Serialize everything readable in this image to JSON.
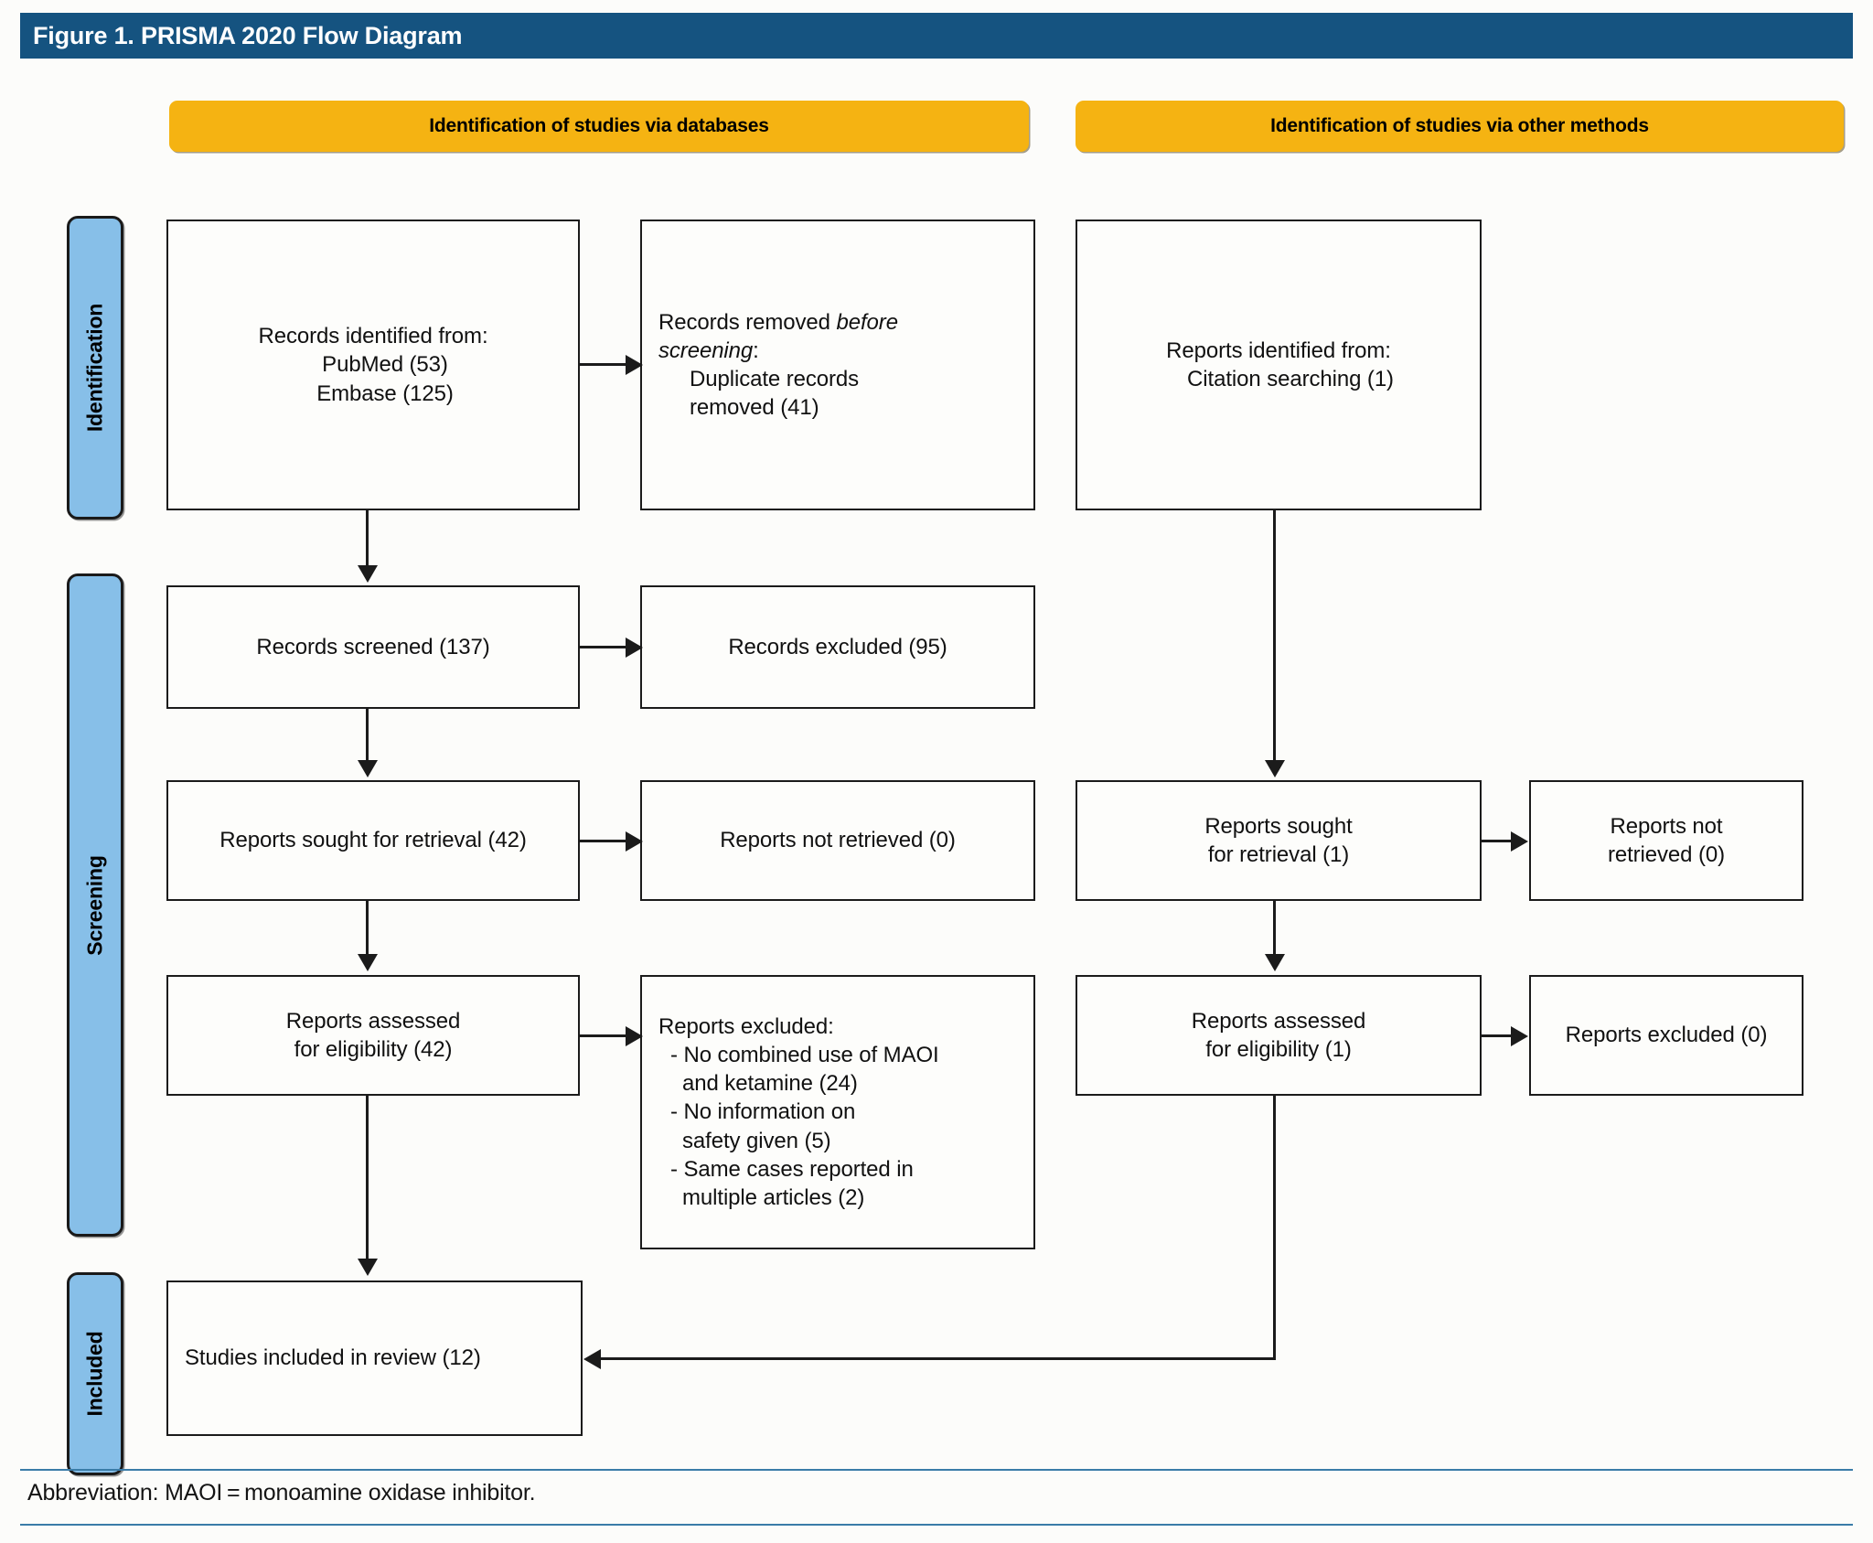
{
  "figure": {
    "title": "Figure 1. PRISMA 2020 Flow Diagram"
  },
  "headers": {
    "databases": "Identification of studies via databases",
    "other_methods": "Identification of studies via other methods"
  },
  "stages": {
    "identification": "Identification",
    "screening": "Screening",
    "included": "Included"
  },
  "boxes": {
    "records_identified": {
      "line1": "Records identified from:",
      "line2": "PubMed (53)",
      "line3": "Embase (125)"
    },
    "records_removed": {
      "line1_a": "Records removed ",
      "line1_b": "before",
      "line2_a": "screening",
      "line2_b": ":",
      "line3": "Duplicate records",
      "line4": "removed (41)"
    },
    "reports_identified": {
      "line1": "Reports identified from:",
      "line2": "Citation searching (1)"
    },
    "records_screened": {
      "line1": "Records screened (137)"
    },
    "records_excluded": {
      "line1": "Records excluded (95)"
    },
    "reports_sought": {
      "line1": "Reports sought for retrieval (42)"
    },
    "reports_not_retrieved": {
      "line1": "Reports not retrieved (0)"
    },
    "reports_sought_other": {
      "line1": "Reports sought",
      "line2": "for retrieval (1)"
    },
    "reports_not_retrieved_other": {
      "line1": "Reports not",
      "line2": "retrieved (0)"
    },
    "reports_assessed": {
      "line1": "Reports assessed",
      "line2": "for eligibility (42)"
    },
    "reports_excluded_list": {
      "line1": "Reports excluded:",
      "item1": "- No combined use of MAOI",
      "item1b": "and ketamine (24)",
      "item2": "- No information on",
      "item2b": "safety given (5)",
      "item3": "- Same cases reported in",
      "item3b": "multiple articles (2)"
    },
    "reports_assessed_other": {
      "line1": "Reports assessed",
      "line2": "for eligibility (1)"
    },
    "reports_excluded_other": {
      "line1": "Reports excluded (0)"
    },
    "studies_included": {
      "line1": "Studies included in review (12)"
    }
  },
  "footnote": {
    "text": "Abbreviation: MAOI = monoamine oxidase inhibitor."
  },
  "colors": {
    "title_bar": "#155380",
    "section_header": "#f5b312",
    "stage_label": "#87bfe8",
    "box_border": "#1b1b1b",
    "rule": "#3a7ca8",
    "page_background": "#fcfcfa"
  }
}
